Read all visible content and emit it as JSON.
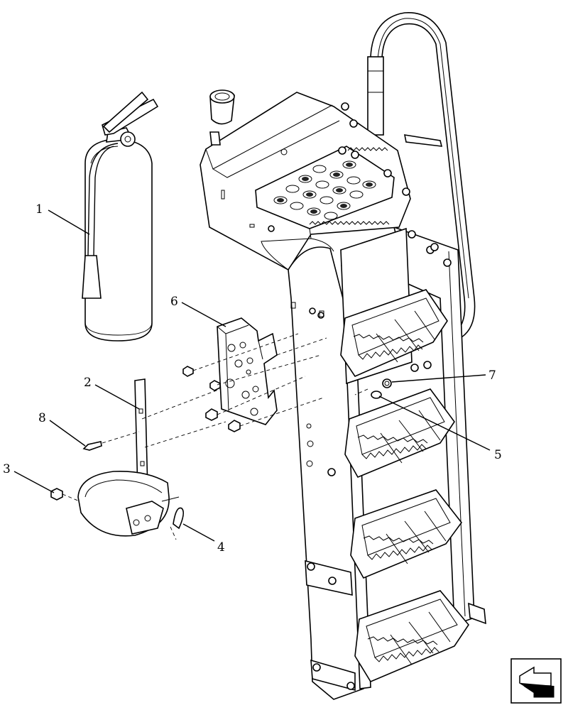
{
  "diagram": {
    "callouts": [
      {
        "id": "1",
        "label": "1"
      },
      {
        "id": "2",
        "label": "2"
      },
      {
        "id": "3",
        "label": "3"
      },
      {
        "id": "4",
        "label": "4"
      },
      {
        "id": "5",
        "label": "5"
      },
      {
        "id": "6",
        "label": "6"
      },
      {
        "id": "7",
        "label": "7"
      },
      {
        "id": "8",
        "label": "8"
      }
    ],
    "nav_icon": "next-page-arrow-icon"
  }
}
